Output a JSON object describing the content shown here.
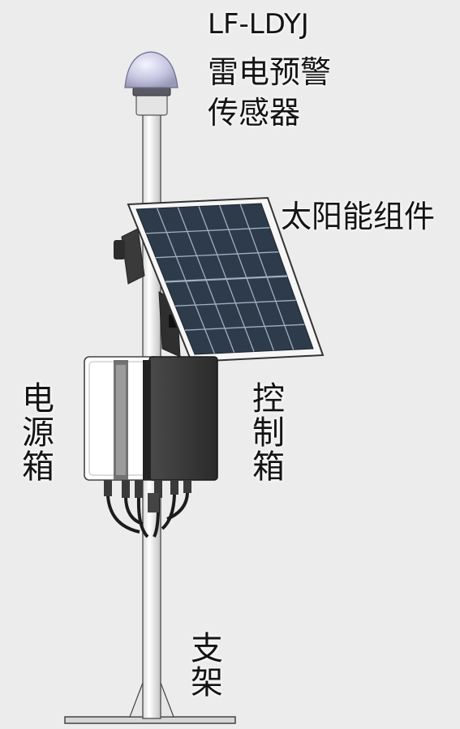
{
  "labels": {
    "model": "LF-LDYJ",
    "sensor_line1": "雷电预警",
    "sensor_line2": "传感器",
    "solar_panel": "太阳能组件",
    "power_box": "电源箱",
    "control_box": "控制箱",
    "stand": "支架"
  },
  "colors": {
    "background": "#ececec",
    "pole": "#f2f2f2",
    "panel_cells": "#2e3b4a",
    "control_box": "#3c3c3c",
    "power_box": "#ffffff",
    "sensor_dome": "#c9c9e3"
  }
}
